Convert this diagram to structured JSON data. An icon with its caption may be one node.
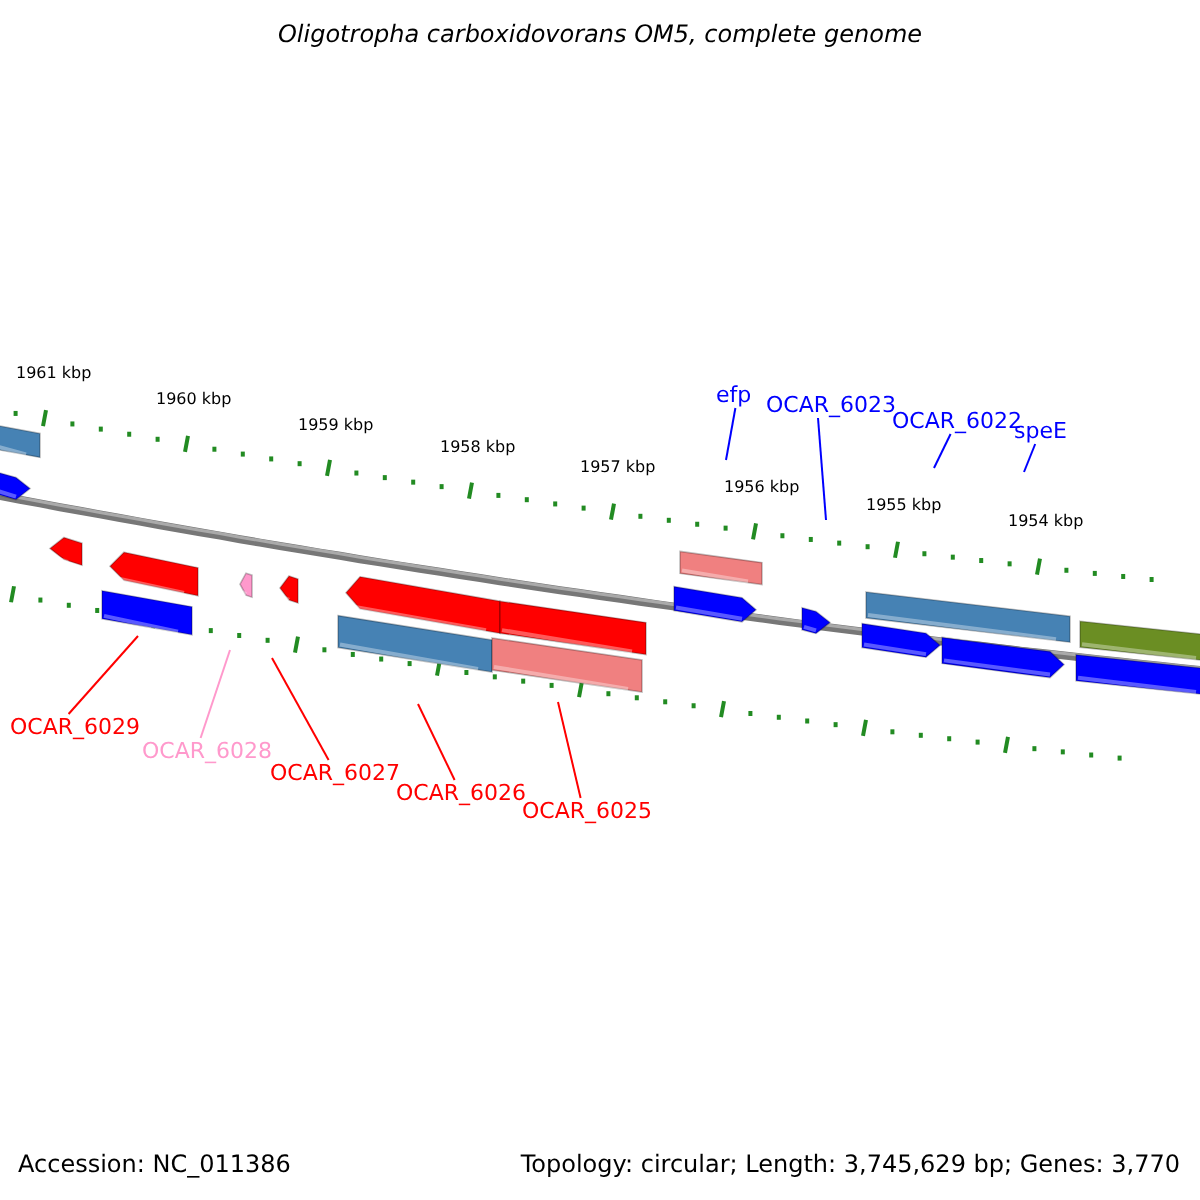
{
  "diagram": {
    "title": "Oligotropha carboxidovorans OM5, complete genome",
    "nodes": [
      {
        "text": [
          "efp"
        ]
      },
      {
        "text": [
          "OCAR_6023"
        ]
      },
      {
        "text": [
          "OCAR_6022"
        ]
      },
      {
        "text": [
          "speE"
        ]
      },
      {
        "text": [
          "OCAR_6029"
        ]
      },
      {
        "text": [
          "OCAR_6028"
        ]
      },
      {
        "text": [
          "OCAR_6027"
        ]
      },
      {
        "text": [
          "OCAR_6026"
        ]
      },
      {
        "text": [
          "OCAR_6025"
        ]
      }
    ],
    "edges": [
      {
        "from": 0,
        "to": null,
        "arrow": "none",
        "color": "#0000ff"
      },
      {
        "from": 1,
        "to": null,
        "arrow": "none",
        "color": "#0000ff"
      },
      {
        "from": 2,
        "to": null,
        "arrow": "none",
        "color": "#0000ff"
      },
      {
        "from": 3,
        "to": null,
        "arrow": "none",
        "color": "#0000ff"
      },
      {
        "from": 4,
        "to": null,
        "arrow": "none",
        "color": "#ff0000"
      },
      {
        "from": 5,
        "to": null,
        "arrow": "none",
        "color": "#ff99cc"
      },
      {
        "from": 6,
        "to": null,
        "arrow": "none",
        "color": "#ff0000"
      },
      {
        "from": 7,
        "to": null,
        "arrow": "none",
        "color": "#ff0000"
      },
      {
        "from": 8,
        "to": null,
        "arrow": "none",
        "color": "#ff0000"
      }
    ],
    "labels": [
      "1961 kbp",
      "1960 kbp",
      "1959 kbp",
      "1958 kbp",
      "1957 kbp",
      "1956 kbp",
      "1955 kbp",
      "1954 kbp",
      "Accession: NC_011386",
      "Topology: circular; Length: 3,745,629 bp; Genes: 3,770"
    ]
  }
}
